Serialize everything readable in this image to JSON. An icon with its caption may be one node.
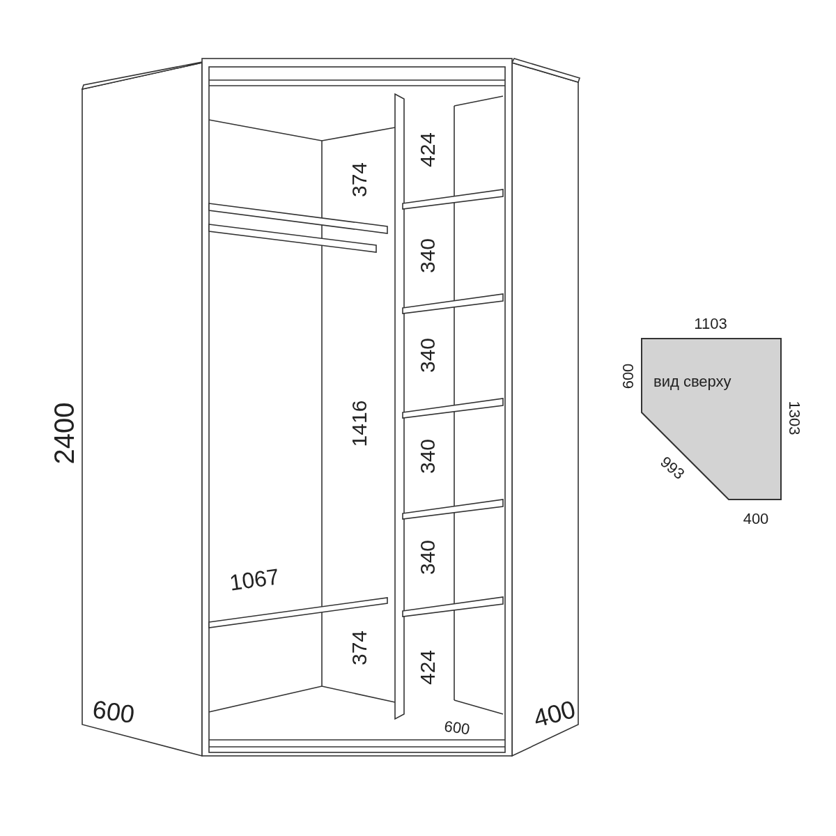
{
  "diagram": {
    "nodes": [
      {
        "text": [
          "вид сверху"
        ]
      }
    ],
    "labels": [
      "424",
      "374",
      "340",
      "340",
      "1416",
      "340",
      "340",
      "1067",
      "374",
      "424",
      "600",
      "2400",
      "600",
      "400",
      "1103",
      "600",
      "1303",
      "993",
      "400"
    ]
  }
}
